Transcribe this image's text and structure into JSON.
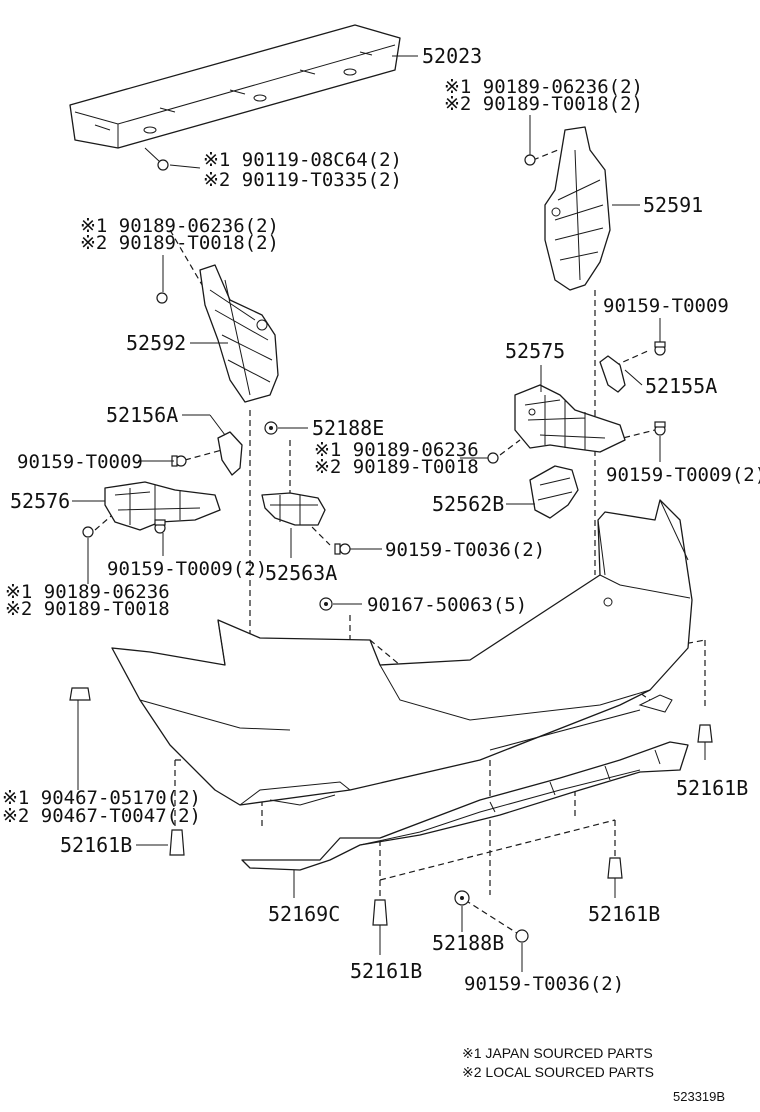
{
  "diagram": {
    "parts": {
      "p52023": "52023",
      "p52591": "52591",
      "p52592": "52592",
      "p52575": "52575",
      "p52155A": "52155A",
      "p52156A": "52156A",
      "p52188E": "52188E",
      "p52576": "52576",
      "p52562B": "52562B",
      "p52563A": "52563A",
      "p52161B_right": "52161B",
      "p52161B_left": "52161B",
      "p52161B_lower_right": "52161B",
      "p52161B_bottom": "52161B",
      "p52169C": "52169C",
      "p52188B": "52188B"
    },
    "fasteners": {
      "f1_a": "※1 90119-08C64(2)",
      "f1_b": "※2 90119-T0335(2)",
      "f2_a": "※1 90189-06236(2)",
      "f2_b": "※2 90189-T0018(2)",
      "f3_a": "※1 90189-06236(2)",
      "f3_b": "※2 90189-T0018(2)",
      "f4": "90159-T0009",
      "f5": "90159-T0009",
      "f6_a": "※1 90189-06236",
      "f6_b": "※2 90189-T0018",
      "f7": "90159-T0009(2)",
      "f8": "90159-T0009(2)",
      "f9": "90159-T0036(2)",
      "f10_a": "※1 90189-06236",
      "f10_b": "※2 90189-T0018",
      "f11": "90167-50063(5)",
      "f12_a": "※1 90467-05170(2)",
      "f12_b": "※2 90467-T0047(2)",
      "f13": "90159-T0036(2)"
    },
    "notes": {
      "japan": "※1 JAPAN SOURCED PARTS",
      "local": "※2 LOCAL SOURCED PARTS"
    },
    "ref_number": "523319B"
  }
}
